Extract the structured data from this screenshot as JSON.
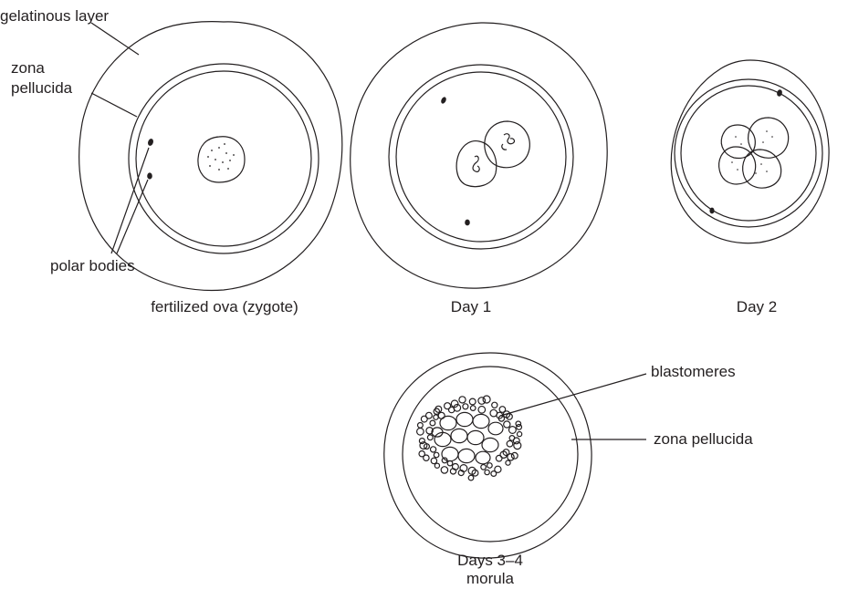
{
  "labels": {
    "gelatinous_layer": "gelatinous layer",
    "zona_pellucida_line1": "zona",
    "zona_pellucida_line2": "pellucida",
    "polar_bodies": "polar bodies",
    "blastomeres": "blastomeres",
    "zona_pellucida_morula": "zona pellucida"
  },
  "captions": {
    "zygote": "fertilized ova (zygote)",
    "day1": "Day 1",
    "day2": "Day 2",
    "morula_line1": "Days 3–4",
    "morula_line2": "morula"
  },
  "colors": {
    "ink": "#231f20",
    "background": "#ffffff"
  }
}
